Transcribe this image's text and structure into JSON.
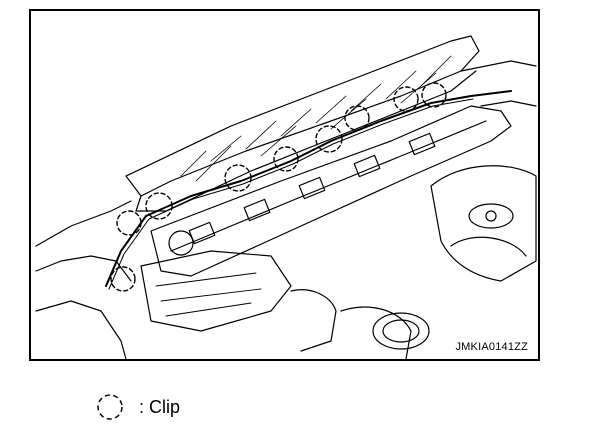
{
  "figure": {
    "code": "JMKIA0141ZZ",
    "clip_count": 9
  },
  "legend": {
    "symbol": "dashed-circle-icon",
    "label": ": Clip"
  }
}
